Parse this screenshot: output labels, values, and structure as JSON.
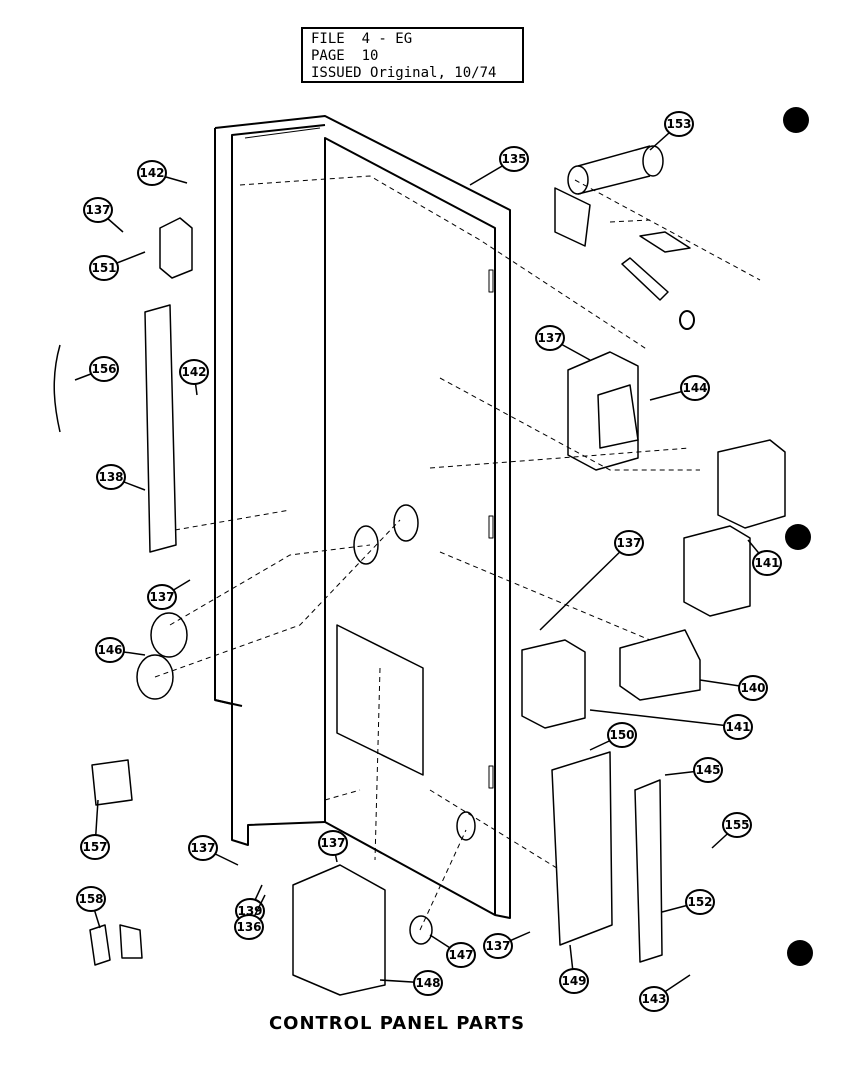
{
  "header": {
    "file_label": "FILE",
    "file_value": "4 - EG",
    "page_label": "PAGE",
    "page_value": "10",
    "issued_label": "ISSUED",
    "issued_value": "Original, 10/74"
  },
  "title": "CONTROL PANEL PARTS",
  "callouts": [
    "153",
    "135",
    "142",
    "137",
    "151",
    "156",
    "142",
    "144",
    "138",
    "137",
    "137",
    "141",
    "137",
    "146",
    "140",
    "141",
    "150",
    "145",
    "155",
    "157",
    "137",
    "137",
    "139",
    "136",
    "152",
    "158",
    "147",
    "137",
    "148",
    "149",
    "143"
  ]
}
